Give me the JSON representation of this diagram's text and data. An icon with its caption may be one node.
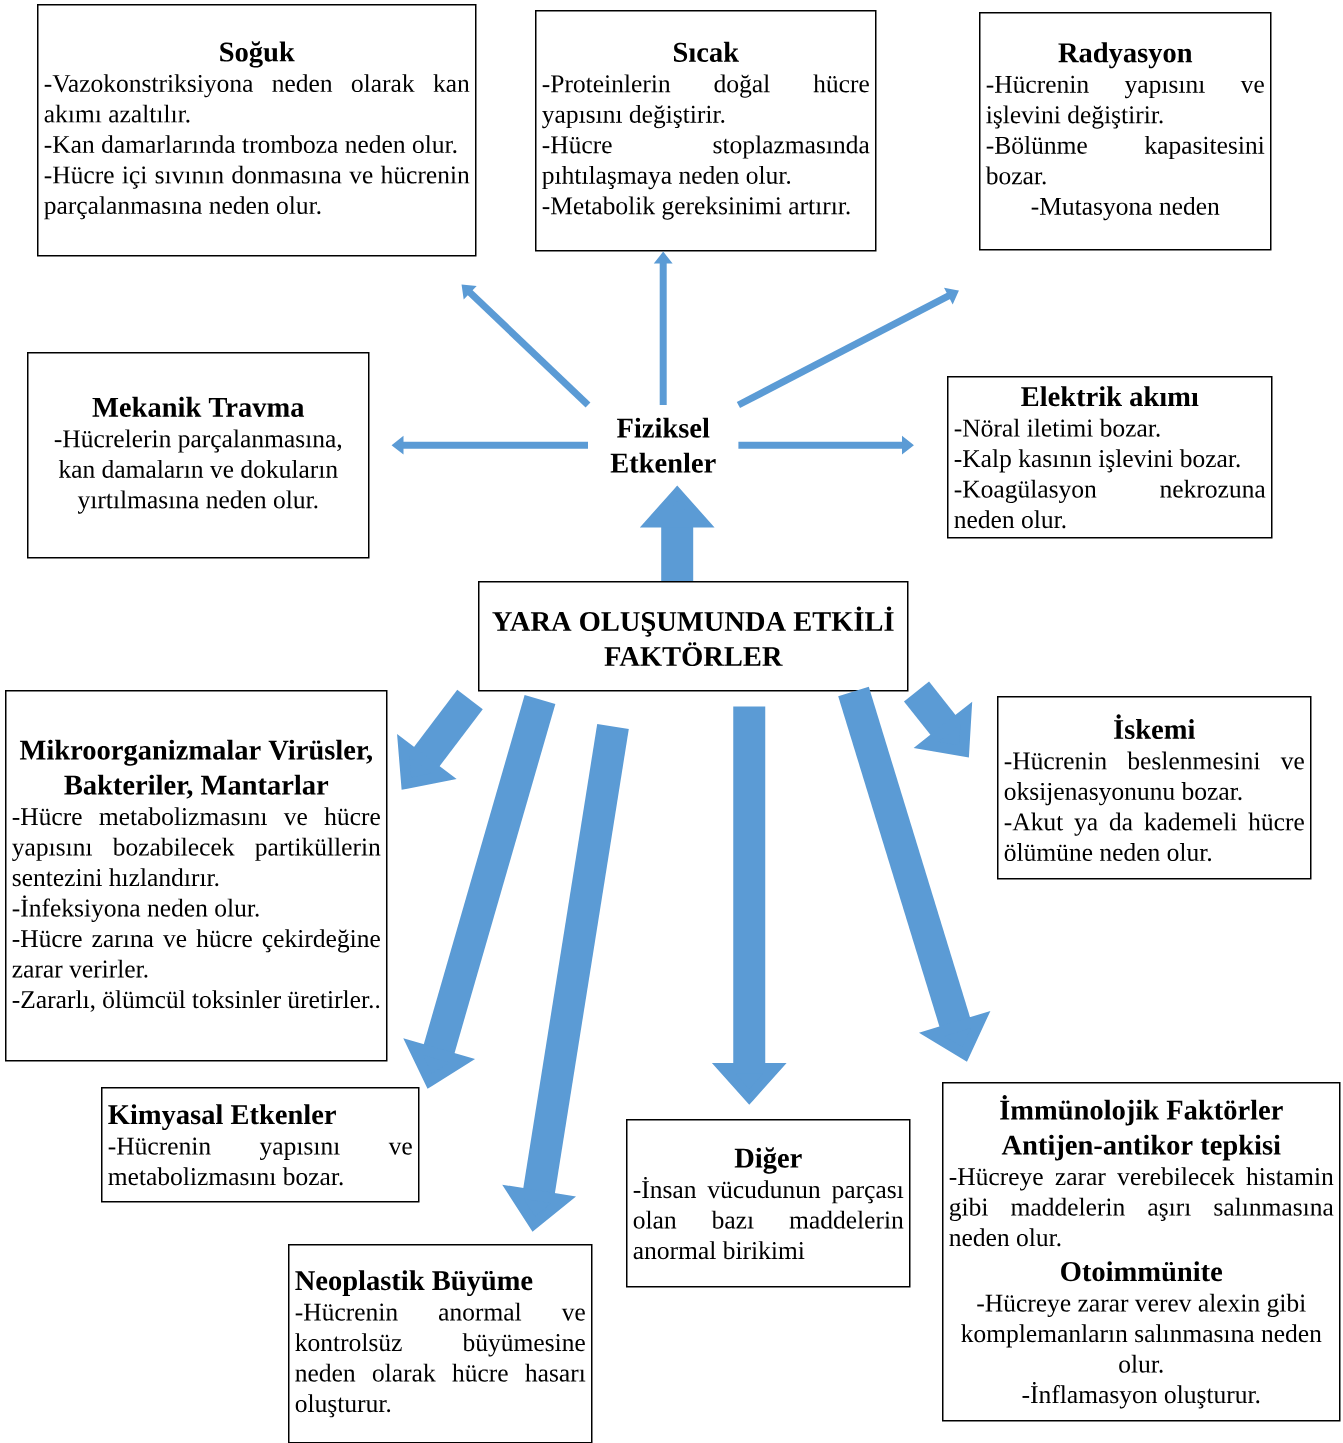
{
  "diagram": {
    "nodes": [
      {
        "text": [
          "Soğuk",
          "-Vazokonstriksiyona neden olarak kan akımı azaltılır.",
          "-Kan damarlarında tromboza neden olur.",
          "-Hücre içi sıvının donmasına ve hücrenin parçalanmasına neden olur."
        ]
      },
      {
        "text": [
          "Sıcak",
          "-Proteinlerin doğal hücre yapısını değiştirir.",
          "-Hücre stoplazmasında pıhtılaşmaya neden olur.",
          "-Metabolik gereksinimi artırır."
        ]
      },
      {
        "text": [
          "Radyasyon",
          "-Hücrenin yapısını ve işlevini değiştirir.",
          "-Bölünme kapasitesini bozar.",
          "-Mutasyona neden"
        ]
      },
      {
        "text": [
          "Mekanik Travma",
          "-Hücrelerin parçalanmasına, kan damaların ve dokuların yırtılmasına neden olur."
        ]
      },
      {
        "text": [
          "Fiziksel Etkenler"
        ]
      },
      {
        "text": [
          "Elektrik akımı",
          "-Nöral iletimi bozar.",
          "-Kalp kasının işlevini bozar.",
          "-Koagülasyon nekrozuna neden olur."
        ]
      },
      {
        "text": [
          "YARA OLUŞUMUNDA ETKİLİ FAKTÖRLER"
        ]
      },
      {
        "text": [
          "Mikroorganizmalar Virüsler, Bakteriler, Mantarlar",
          "-Hücre metabolizmasını ve hücre yapısını bozabilecek partiküllerin sentezini hızlandırır.",
          "-İnfeksiyona neden olur.",
          "-Hücre zarına ve hücre çekirdeğine zarar verirler.",
          "-Zararlı, ölümcül toksinler üretirler.."
        ]
      },
      {
        "text": [
          "İskemi",
          "-Hücrenin beslenmesini ve oksijenasyonunu bozar.",
          "-Akut ya da kademeli hücre ölümüne neden olur."
        ]
      },
      {
        "text": [
          "Kimyasal Etkenler",
          "-Hücrenin yapısını ve metabolizmasını bozar."
        ]
      },
      {
        "text": [
          "Neoplastik Büyüme",
          "-Hücrenin anormal ve kontrolsüz büyümesine neden olarak hücre hasarı oluşturur."
        ]
      },
      {
        "text": [
          "Diğer",
          "-İnsan vücudunun parçası olan bazı maddelerin anormal birikimi"
        ]
      },
      {
        "text": [
          "İmmünolojik Faktörler Antijen-antikor tepkisi",
          "-Hücreye zarar verebilecek histamin gibi maddelerin aşırı salınmasına neden olur.",
          "Otoimmünite",
          "-Hücreye zarar verev alexin gibi komplemanların salınmasına neden olur.",
          "-İnflamasyon oluşturur."
        ]
      }
    ],
    "edges": [
      {
        "from": 4,
        "to": 0,
        "arrow": "to"
      },
      {
        "from": 4,
        "to": 1,
        "arrow": "to"
      },
      {
        "from": 4,
        "to": 2,
        "arrow": "to"
      },
      {
        "from": 4,
        "to": 3,
        "arrow": "to"
      },
      {
        "from": 4,
        "to": 5,
        "arrow": "to"
      },
      {
        "from": 6,
        "to": 4,
        "arrow": "to"
      },
      {
        "from": 6,
        "to": 7,
        "arrow": "to"
      },
      {
        "from": 6,
        "to": 9,
        "arrow": "to"
      },
      {
        "from": 6,
        "to": 10,
        "arrow": "to"
      },
      {
        "from": 6,
        "to": 11,
        "arrow": "to"
      },
      {
        "from": 6,
        "to": 12,
        "arrow": "to"
      },
      {
        "from": 6,
        "to": 8,
        "arrow": "to"
      }
    ]
  }
}
